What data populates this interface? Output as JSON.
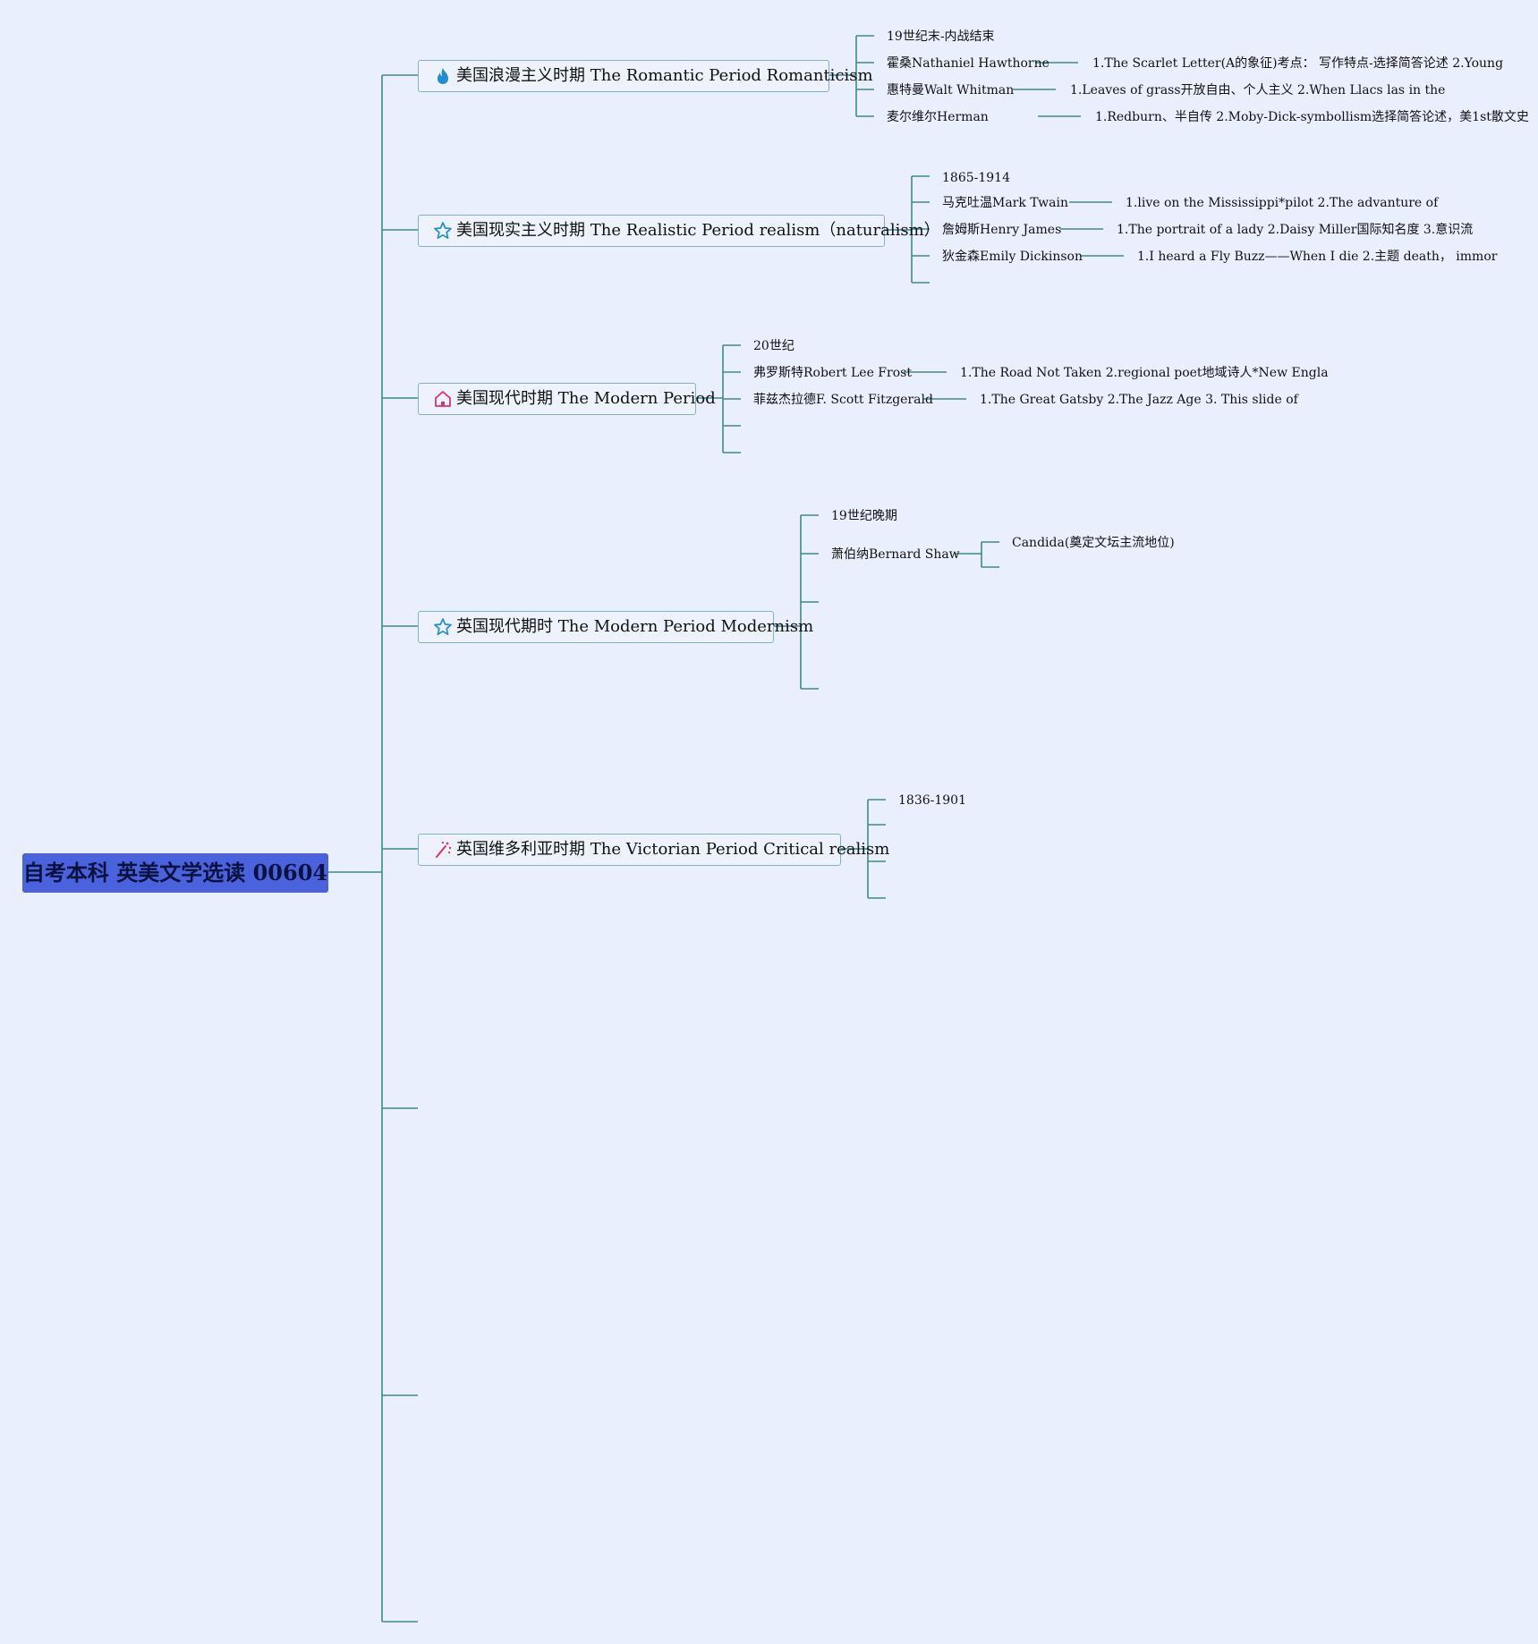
{
  "root": {
    "title": "自考本科 英美文学选读 00604"
  },
  "branches": [
    {
      "label": "美国浪漫主义时期 The Romantic Period Romanticism",
      "icon": "flame-icon",
      "items": [
        {
          "label": "19世纪末-内战结束"
        },
        {
          "label": "霍桑Nathaniel Hawthorne",
          "detail": "1.The Scarlet Letter(A的象征)考点： 写作特点-选择简答论述 2.Young"
        },
        {
          "label": "惠特曼Walt Whitman",
          "detail": "1.Leaves of grass开放自由、个人主义 2.When Llacs las in the"
        },
        {
          "label": "麦尔维尔Herman",
          "detail": "1.Redburn、半自传 2.Moby-Dick-symbollism选择简答论述，美1st散文史"
        }
      ]
    },
    {
      "label": "美国现实主义时期 The Realistic Period realism（naturalism）",
      "icon": "star-icon",
      "items": [
        {
          "label": "1865-1914"
        },
        {
          "label": "马克吐温Mark Twain",
          "detail": "1.live on the Mississippi*pilot 2.The advanture of"
        },
        {
          "label": "詹姆斯Henry James",
          "detail": "1.The portrait of a lady 2.Daisy Miller国际知名度 3.意识流"
        },
        {
          "label": "狄金森Emily Dickinson",
          "detail": "1.I heard a Fly Buzz——When I die 2.主题 death， immor"
        }
      ]
    },
    {
      "label": "美国现代时期 The Modern Period",
      "icon": "house-icon",
      "items": [
        {
          "label": "20世纪"
        },
        {
          "label": "弗罗斯特Robert Lee Frost",
          "detail": "1.The Road Not Taken 2.regional poet地域诗人*New Engla"
        },
        {
          "label": "菲兹杰拉德F. Scott Fitzgerald",
          "detail": "1.The Great Gatsby 2.The Jazz Age 3. This slide of"
        }
      ]
    },
    {
      "label": "英国现代期时 The Modern Period Modernism",
      "icon": "star-icon",
      "items": [
        {
          "label": "19世纪晚期"
        },
        {
          "label": "萧伯纳Bernard Shaw",
          "detail": "Candida(奠定文坛主流地位)"
        }
      ]
    },
    {
      "label": "英国维多利亚时期 The Victorian Period Critical realism",
      "icon": "sparkle-icon",
      "items": [
        {
          "label": "1836-1901"
        }
      ]
    }
  ]
}
